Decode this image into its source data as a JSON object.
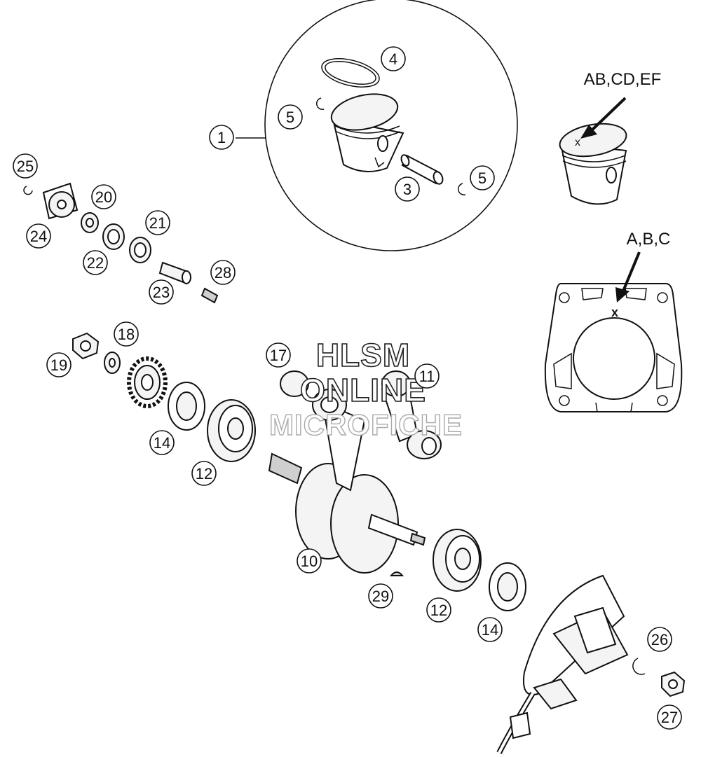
{
  "callouts": [
    {
      "id": "c1",
      "text": "1"
    },
    {
      "id": "c3",
      "text": "3"
    },
    {
      "id": "c4",
      "text": "4"
    },
    {
      "id": "c5a",
      "text": "5"
    },
    {
      "id": "c5b",
      "text": "5"
    },
    {
      "id": "c10",
      "text": "10"
    },
    {
      "id": "c11",
      "text": "11"
    },
    {
      "id": "c12a",
      "text": "12"
    },
    {
      "id": "c12b",
      "text": "12"
    },
    {
      "id": "c14a",
      "text": "14"
    },
    {
      "id": "c14b",
      "text": "14"
    },
    {
      "id": "c17",
      "text": "17"
    },
    {
      "id": "c18",
      "text": "18"
    },
    {
      "id": "c19",
      "text": "19"
    },
    {
      "id": "c20",
      "text": "20"
    },
    {
      "id": "c21",
      "text": "21"
    },
    {
      "id": "c22",
      "text": "22"
    },
    {
      "id": "c23",
      "text": "23"
    },
    {
      "id": "c24",
      "text": "24"
    },
    {
      "id": "c25",
      "text": "25"
    },
    {
      "id": "c26",
      "text": "26"
    },
    {
      "id": "c27",
      "text": "27"
    },
    {
      "id": "c28",
      "text": "28"
    },
    {
      "id": "c29",
      "text": "29"
    }
  ],
  "labels": {
    "piston_marking": "AB,CD,EF",
    "cylinder_marking": "A,B,C",
    "mark_x_piston": "x",
    "mark_x_cylinder": "x"
  },
  "watermark": {
    "line1": "HLSM",
    "line2": "ONLINE",
    "line3": "MICROFICHE"
  },
  "colors": {
    "ink": "#111111",
    "background": "#ffffff",
    "part_fill": "#f4f4f4"
  }
}
